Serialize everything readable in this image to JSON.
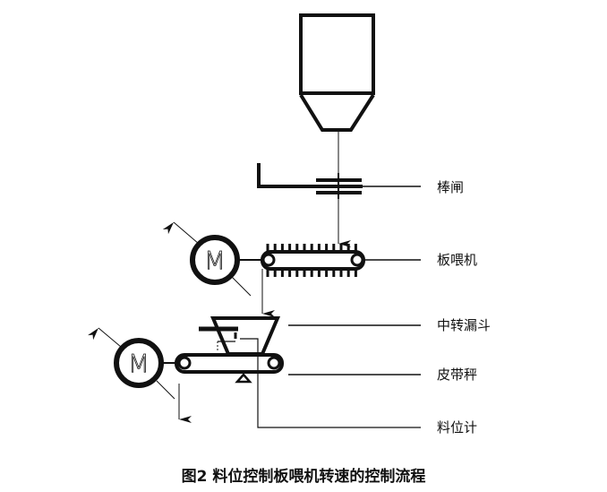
{
  "labels": {
    "gate": "棒闸",
    "plate_feeder": "板喂机",
    "transfer_hopper": "中转漏斗",
    "belt_scale": "皮带秤",
    "level_gauge": "料位计"
  },
  "motor_symbol": "M",
  "caption": "图2  料位控制板喂机转速的控制流程"
}
